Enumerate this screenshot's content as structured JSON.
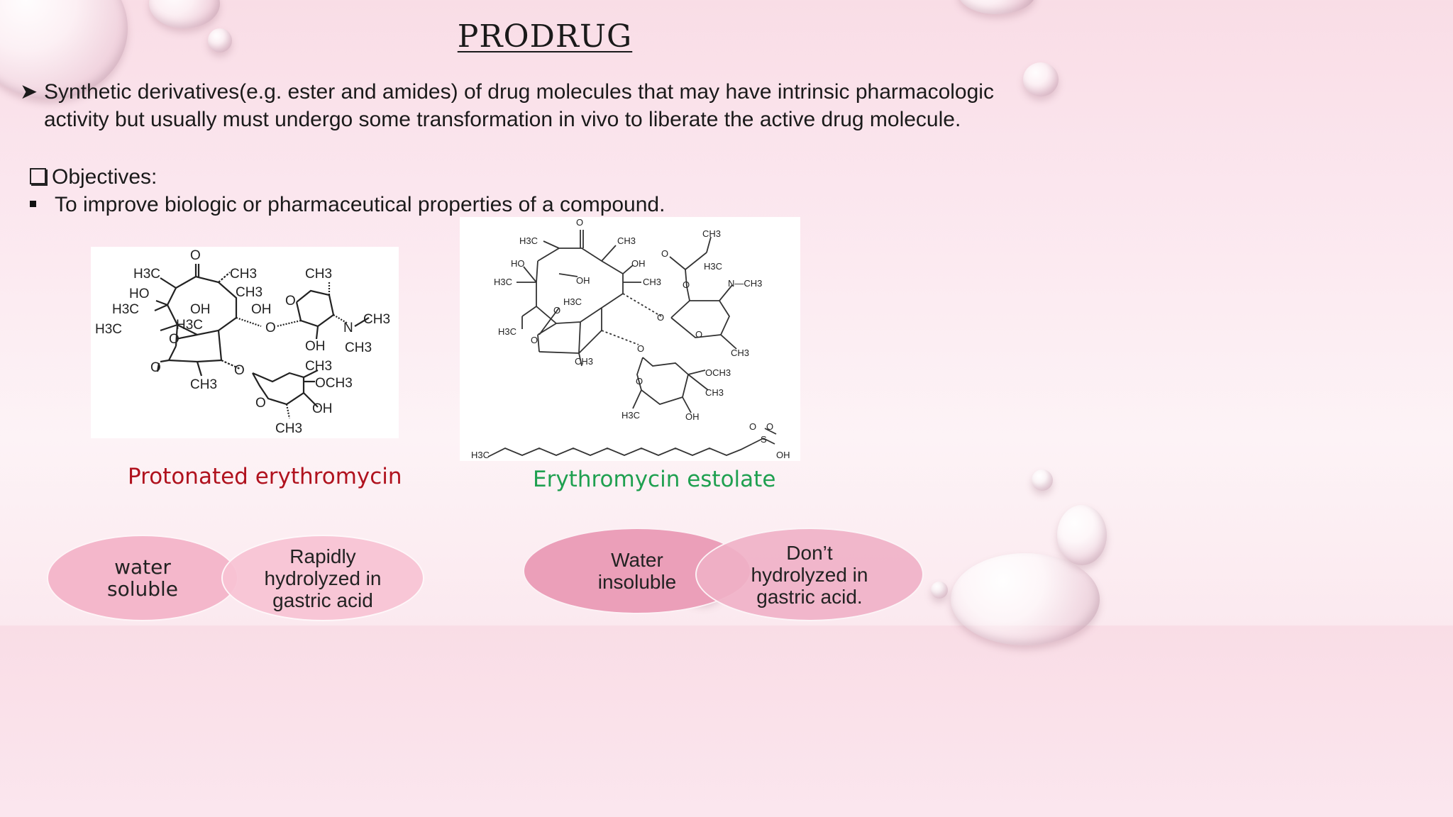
{
  "slide": {
    "title": "PRODRUG",
    "definition": "Synthetic derivatives(e.g. ester and amides) of drug molecules that may have intrinsic pharmacologic activity but usually must undergo some transformation in vivo to liberate the active drug molecule.",
    "objectives_heading": "Objectives:",
    "objective_1": "To improve biologic or pharmaceutical properties of a compound."
  },
  "figures": {
    "left_caption": "Protonated erythromycin",
    "right_caption": "Erythromycin estolate",
    "left_caption_color": "#b0121e",
    "right_caption_color": "#1fa050",
    "left_labels": {
      "o_top": "O",
      "ch3_a": "CH3",
      "ch3_b": "CH3",
      "ch3_c": "CH3",
      "ch3_d": "CH3",
      "ch3_e": "CH3",
      "ch3_f": "CH3",
      "ch3_g": "CH3",
      "ch3_h": "CH3",
      "h3c_a": "H3C",
      "h3c_b": "H3C",
      "h3c_c": "H3C",
      "h3c_d": "H3C",
      "ho": "HO",
      "oh_a": "OH",
      "oh_b": "OH",
      "oh_c": "OH",
      "oh_d": "OH",
      "o_a": "O",
      "o_b": "O",
      "o_c": "O",
      "o_d": "O",
      "o_e": "O",
      "o_f": "O",
      "n": "N",
      "och3": "OCH3"
    },
    "right_labels": {
      "o_top": "O",
      "h3c_a": "H3C",
      "ch3_a": "CH3",
      "ho": "HO",
      "oh_a": "OH",
      "oh_b": "OH",
      "h3c_b": "H3C",
      "ch3_b": "CH3",
      "h3c_c": "H3C",
      "h3c_d": "H3C",
      "ch3_c": "CH3",
      "o_a": "O",
      "o_b": "O",
      "o_c": "O",
      "o_d": "O",
      "ch3_top": "CH3",
      "h3c_e": "H3C",
      "n_ch3": "N—CH3",
      "o_e": "O",
      "o_f": "O",
      "ch3_d": "CH3",
      "o_g": "O",
      "och3": "OCH3",
      "ch3_e": "CH3",
      "o_h": "O",
      "h3c_f": "H3C",
      "oh_c": "OH",
      "h3c_tail": "H3C",
      "s": "S",
      "o_s1": "O",
      "o_s2": "O",
      "oh_s": "OH"
    }
  },
  "properties": {
    "left_1": "water\nsoluble",
    "left_2": "Rapidly\nhydrolyzed in\ngastric acid",
    "right_1": "Water\ninsoluble",
    "right_2": "Don’t\nhydrolyzed in\ngastric acid.",
    "oval_colors": [
      "#f4b7cb",
      "#f7c2d4",
      "#eb9fb9",
      "#f0b0c7"
    ]
  }
}
